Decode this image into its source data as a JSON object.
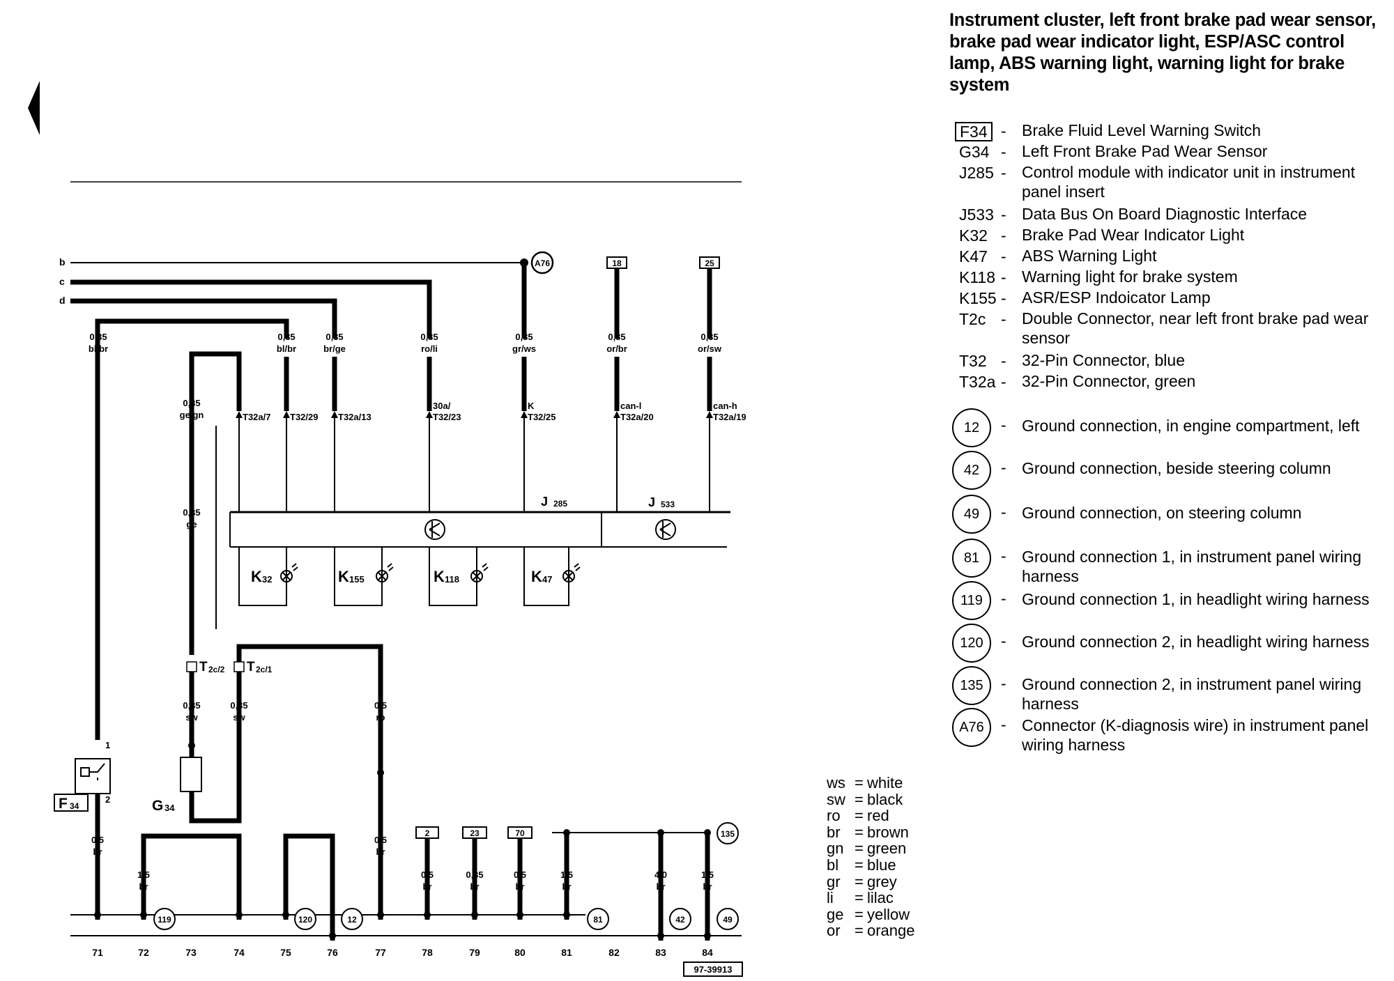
{
  "title": "Instrument cluster, left front brake pad wear sensor, brake pad wear indicator light, ESP/ASC control lamp, ABS warning light, warning light for brake system",
  "components": [
    {
      "code": "F34",
      "boxed": true,
      "description": "Brake Fluid Level Warning Switch"
    },
    {
      "code": "G34",
      "description": "Left Front Brake Pad Wear Sensor"
    },
    {
      "code": "J285",
      "description": "Control module with indicator unit in instrument panel insert"
    },
    {
      "code": "J533",
      "description": "Data Bus On Board Diagnostic Interface"
    },
    {
      "code": "K32",
      "description": "Brake Pad Wear Indicator Light"
    },
    {
      "code": "K47",
      "description": "ABS Warning Light"
    },
    {
      "code": "K118",
      "description": "Warning light for brake system"
    },
    {
      "code": "K155",
      "description": "ASR/ESP Indoicator Lamp"
    },
    {
      "code": "T2c",
      "description": "Double Connector, near left front brake pad wear sensor"
    },
    {
      "code": "T32",
      "description": "32-Pin Connector, blue"
    },
    {
      "code": "T32a",
      "description": "32-Pin Connector, green"
    }
  ],
  "grounds": [
    {
      "code": "12",
      "description": "Ground connection, in engine compartment, left"
    },
    {
      "code": "42",
      "description": "Ground connection, beside steering column"
    },
    {
      "code": "49",
      "description": "Ground connection, on steering column"
    },
    {
      "code": "81",
      "description": "Ground connection 1, in instrument panel wiring harness"
    },
    {
      "code": "119",
      "description": "Ground connection 1, in headlight wiring harness"
    },
    {
      "code": "120",
      "description": "Ground connection 2, in headlight wiring harness"
    },
    {
      "code": "135",
      "description": "Ground connection 2, in instrument panel wiring harness"
    },
    {
      "code": "A76",
      "description": "Connector (K-diagnosis wire) in instrument panel wiring harness"
    }
  ],
  "colors": [
    {
      "abbr": "ws",
      "name": "white"
    },
    {
      "abbr": "sw",
      "name": "black"
    },
    {
      "abbr": "ro",
      "name": "red"
    },
    {
      "abbr": "br",
      "name": "brown"
    },
    {
      "abbr": "gn",
      "name": "green"
    },
    {
      "abbr": "bl",
      "name": "blue"
    },
    {
      "abbr": "gr",
      "name": "grey"
    },
    {
      "abbr": "li",
      "name": "lilac"
    },
    {
      "abbr": "ge",
      "name": "yellow"
    },
    {
      "abbr": "or",
      "name": "orange"
    }
  ],
  "diagram": {
    "bus_lines": [
      "b",
      "c",
      "d"
    ],
    "top_wires": [
      {
        "gauge": "0,35",
        "color": "bl/br"
      },
      {
        "gauge": "0,35",
        "color": "bl/br"
      },
      {
        "gauge": "0,35",
        "color": "br/ge"
      },
      {
        "gauge": "0,35",
        "color": "ro/li"
      },
      {
        "gauge": "0,35",
        "color": "gr/ws"
      },
      {
        "gauge": "0,35",
        "color": "or/br"
      },
      {
        "gauge": "0,35",
        "color": "or/sw"
      },
      {
        "gauge": "0,35",
        "color": "ge/gn"
      },
      {
        "gauge": "0,35",
        "color": "ge"
      }
    ],
    "pins": [
      "T32a/7",
      "T32/29",
      "T32a/13",
      "30a/",
      "T32/23",
      "K",
      "T32/25",
      "can-l",
      "T32a/20",
      "can-h",
      "T32a/19"
    ],
    "connector_A76": "A76",
    "ref_boxes_top": [
      "18",
      "25"
    ],
    "modules": [
      "J",
      "285",
      "J",
      "533"
    ],
    "lamps": [
      {
        "main": "K",
        "sub": "32"
      },
      {
        "main": "K",
        "sub": "155"
      },
      {
        "main": "K",
        "sub": "118"
      },
      {
        "main": "K",
        "sub": "47"
      }
    ],
    "t2c": [
      {
        "main": "T",
        "sub": "2c/2"
      },
      {
        "main": "T",
        "sub": "2c/1"
      }
    ],
    "lower_wires": [
      {
        "gauge": "0,35",
        "color": "sw"
      },
      {
        "gauge": "0,35",
        "color": "sw"
      },
      {
        "gauge": "0,5",
        "color": "ro"
      },
      {
        "gauge": "0,5",
        "color": "br"
      },
      {
        "gauge": "1,5",
        "color": "br"
      },
      {
        "gauge": "0,5",
        "color": "br"
      },
      {
        "gauge": "0,5",
        "color": "br"
      },
      {
        "gauge": "0,35",
        "color": "br"
      },
      {
        "gauge": "0,5",
        "color": "br"
      },
      {
        "gauge": "1,5",
        "color": "br"
      },
      {
        "gauge": "4,0",
        "color": "br"
      },
      {
        "gauge": "1,5",
        "color": "br"
      }
    ],
    "f34": {
      "main": "F",
      "sub": "34",
      "pin1": "1",
      "pin2": "2"
    },
    "g34": {
      "main": "G",
      "sub": "34"
    },
    "ref_boxes_bottom": [
      "2",
      "23",
      "70"
    ],
    "ground_circles": [
      "119",
      "120",
      "12",
      "81",
      "42",
      "49",
      "135"
    ],
    "track_numbers": [
      "71",
      "72",
      "73",
      "74",
      "75",
      "76",
      "77",
      "78",
      "79",
      "80",
      "81",
      "82",
      "83",
      "84"
    ],
    "doc_number": "97-39913"
  }
}
